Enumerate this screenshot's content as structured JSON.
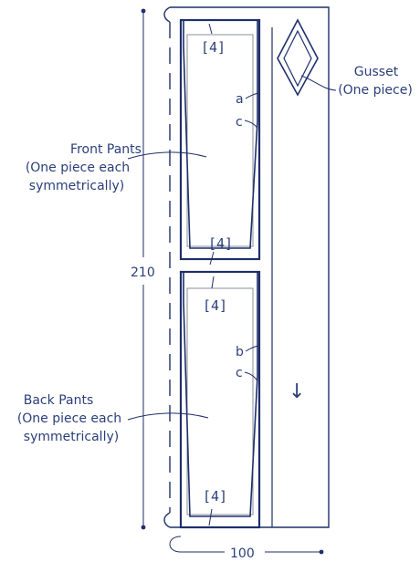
{
  "dimensions": {
    "height_label": "210",
    "width_label": "100"
  },
  "front_pants": {
    "label_line1": "Front Pants",
    "label_line2": "(One piece each",
    "label_line3": "symmetrically)",
    "seam_top": "[4]",
    "seam_bottom": "[4]",
    "mark_a": "a",
    "mark_c": "c"
  },
  "back_pants": {
    "label_line1": "Back Pants",
    "label_line2": "(One piece each",
    "label_line3": "symmetrically)",
    "seam_top": "[4]",
    "seam_bottom": "[4]",
    "mark_b": "b",
    "mark_c": "c"
  },
  "gusset": {
    "label_line1": "Gusset",
    "label_line2": "(One piece)"
  },
  "grain": {
    "arrow": "↓"
  },
  "colors": {
    "ink": "#1f2f6b",
    "text": "#2a3f7a",
    "pattern_line": "#8a8f9a"
  }
}
